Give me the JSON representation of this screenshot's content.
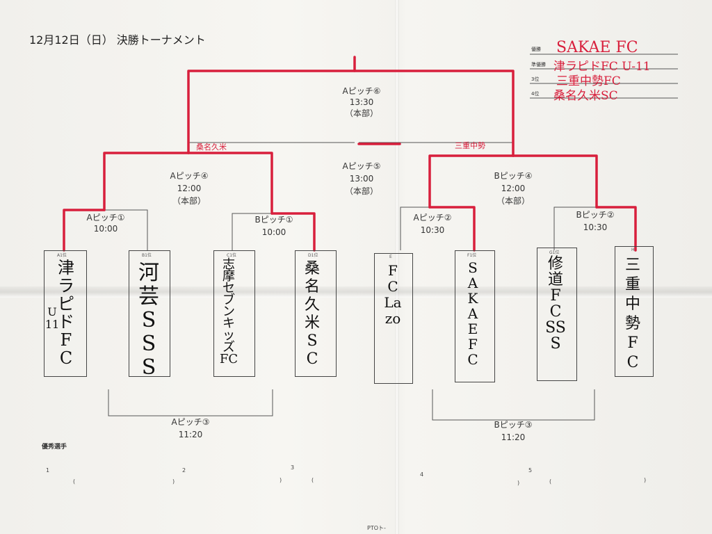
{
  "title": "12月12日（日） 決勝トーナメント",
  "standings": [
    {
      "label": "優勝",
      "team": "SAKAE FC"
    },
    {
      "label": "準優勝",
      "team": "津ラピドFC U-11"
    },
    {
      "label": "3位",
      "team": "三重中勢FC"
    },
    {
      "label": "4位",
      "team": "桑名久米SC"
    }
  ],
  "matches": {
    "final": {
      "pitch": "Aピッチ⑥",
      "time": "13:30",
      "place": "（本部）"
    },
    "third_place": {
      "pitch": "Aピッチ⑤",
      "time": "13:00",
      "place": "（本部）"
    },
    "sf_left": {
      "pitch": "Aピッチ④",
      "time": "12:00",
      "place": "（本部）"
    },
    "sf_right": {
      "pitch": "Bピッチ④",
      "time": "12:00",
      "place": "（本部）"
    },
    "qf1": {
      "pitch": "Aピッチ①",
      "time": "10:00"
    },
    "qf2": {
      "pitch": "Bピッチ①",
      "time": "10:00"
    },
    "qf3": {
      "pitch": "Aピッチ②",
      "time": "10:30"
    },
    "qf4": {
      "pitch": "Bピッチ②",
      "time": "10:30"
    },
    "cons_left": {
      "pitch": "Aピッチ③",
      "time": "11:20"
    },
    "cons_right": {
      "pitch": "Bピッチ③",
      "time": "11:20"
    }
  },
  "winners_marks": {
    "left": "桑名久米",
    "right": "三重中勢"
  },
  "teams": [
    {
      "seed": "A1位",
      "name": "津ラピドFC",
      "extra": "U11"
    },
    {
      "seed": "B1位",
      "name": "河芸SSS"
    },
    {
      "seed": "C1位",
      "name": "志摩セブンキッズFC"
    },
    {
      "seed": "D1位",
      "name": "桑名久米SC"
    },
    {
      "seed": "E",
      "name": "FC Lazo"
    },
    {
      "seed": "F1位",
      "name": "SAKAE FC"
    },
    {
      "seed": "G1位",
      "name": "修道FC SSS"
    },
    {
      "seed": "H",
      "name": "三重中勢FC"
    }
  ],
  "mvp": {
    "heading": "優秀選手",
    "numbers": [
      "1",
      "2",
      "3",
      "4",
      "5"
    ]
  },
  "footer": "PTOト-",
  "colors": {
    "pen_red": "#d81f3c",
    "print": "#333333",
    "paper": "#f4f3ef"
  }
}
